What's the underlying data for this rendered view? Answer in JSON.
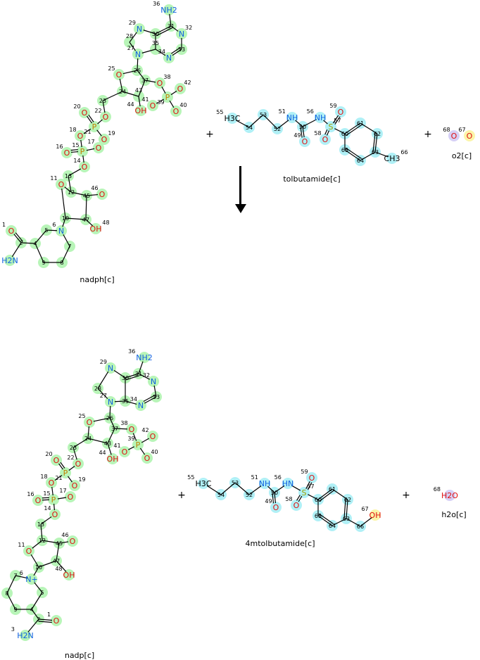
{
  "reaction": {
    "arrow": "down",
    "plus_sign": "+",
    "colors": {
      "green": "#b8f5b8",
      "cyan": "#b0f0f6",
      "purple": "#d6d0f6",
      "yellow": "#fbf5a8",
      "O": "#e01010",
      "N": "#1060e0",
      "P": "#c08000",
      "S": "#a0a000",
      "C": "#000000"
    },
    "molecules": [
      {
        "id": "nadph",
        "label": "nadph[c]",
        "highlight": "green",
        "atoms": [
          [
            "1",
            "O"
          ],
          [
            "2",
            ""
          ],
          [
            "3",
            "H2N"
          ],
          [
            "4",
            ""
          ],
          [
            "5",
            ""
          ],
          [
            "6",
            "N"
          ],
          [
            "7",
            ""
          ],
          [
            "8",
            ""
          ],
          [
            "9",
            ""
          ],
          [
            "10",
            ""
          ],
          [
            "11",
            "O"
          ],
          [
            "12",
            ""
          ],
          [
            "13",
            ""
          ],
          [
            "14",
            "O"
          ],
          [
            "15",
            "P"
          ],
          [
            "16",
            "O"
          ],
          [
            "17",
            "O"
          ],
          [
            "18",
            "O"
          ],
          [
            "19",
            "O"
          ],
          [
            "20",
            "O"
          ],
          [
            "21",
            "P"
          ],
          [
            "22",
            "O"
          ],
          [
            "23",
            ""
          ],
          [
            "24",
            ""
          ],
          [
            "25",
            "O"
          ],
          [
            "26",
            ""
          ],
          [
            "27",
            "N"
          ],
          [
            "28",
            ""
          ],
          [
            "29",
            "N"
          ],
          [
            "30",
            ""
          ],
          [
            "31",
            ""
          ],
          [
            "32",
            "N"
          ],
          [
            "33",
            ""
          ],
          [
            "34",
            "N"
          ],
          [
            "35",
            ""
          ],
          [
            "36",
            "NH2"
          ],
          [
            "37",
            ""
          ],
          [
            "38",
            "O"
          ],
          [
            "39",
            "P"
          ],
          [
            "40",
            "O"
          ],
          [
            "41",
            "O"
          ],
          [
            "42",
            "O"
          ],
          [
            "43",
            ""
          ],
          [
            "44",
            "OH"
          ],
          [
            "45",
            ""
          ],
          [
            "46",
            "O"
          ],
          [
            "47",
            ""
          ],
          [
            "48",
            "OH"
          ]
        ]
      },
      {
        "id": "tolbutamide",
        "label": "tolbutamide[c]",
        "highlight": "cyan",
        "atoms": [
          [
            "49",
            "O"
          ],
          [
            "50",
            ""
          ],
          [
            "51",
            "NH"
          ],
          [
            "52",
            ""
          ],
          [
            "53",
            ""
          ],
          [
            "54",
            ""
          ],
          [
            "55",
            "H3C"
          ],
          [
            "56",
            "NH"
          ],
          [
            "57",
            "S"
          ],
          [
            "58",
            "O"
          ],
          [
            "59",
            "O"
          ],
          [
            "60",
            ""
          ],
          [
            "61",
            ""
          ],
          [
            "62",
            ""
          ],
          [
            "63",
            ""
          ],
          [
            "64",
            ""
          ],
          [
            "65",
            ""
          ],
          [
            "66",
            "CH3"
          ]
        ]
      },
      {
        "id": "o2",
        "label": "o2[c]",
        "highlight": "purple",
        "atoms": [
          [
            "68",
            "O",
            "purple"
          ],
          [
            "67",
            "O",
            "yellow"
          ]
        ]
      },
      {
        "id": "nadp",
        "label": "nadp[c]",
        "highlight": "green",
        "atoms": [
          [
            "1",
            "O"
          ],
          [
            "2",
            ""
          ],
          [
            "3",
            "H2N"
          ],
          [
            "4",
            ""
          ],
          [
            "5",
            ""
          ],
          [
            "6",
            "N+"
          ],
          [
            "7",
            ""
          ],
          [
            "8",
            ""
          ],
          [
            "9",
            ""
          ],
          [
            "10",
            ""
          ],
          [
            "11",
            "O"
          ],
          [
            "12",
            ""
          ],
          [
            "13",
            ""
          ],
          [
            "14",
            "O"
          ],
          [
            "15",
            "P"
          ],
          [
            "16",
            "O"
          ],
          [
            "17",
            "O"
          ],
          [
            "18",
            "O"
          ],
          [
            "19",
            "O"
          ],
          [
            "20",
            "O"
          ],
          [
            "21",
            "P"
          ],
          [
            "22",
            "O"
          ],
          [
            "23",
            ""
          ],
          [
            "24",
            ""
          ],
          [
            "25",
            "O"
          ],
          [
            "26",
            ""
          ],
          [
            "27",
            "N"
          ],
          [
            "28",
            ""
          ],
          [
            "29",
            "N"
          ],
          [
            "30",
            ""
          ],
          [
            "31",
            ""
          ],
          [
            "32",
            "N"
          ],
          [
            "33",
            ""
          ],
          [
            "34",
            "N"
          ],
          [
            "35",
            ""
          ],
          [
            "36",
            "NH2"
          ],
          [
            "37",
            ""
          ],
          [
            "38",
            "O"
          ],
          [
            "39",
            "P"
          ],
          [
            "40",
            "O"
          ],
          [
            "41",
            "O"
          ],
          [
            "42",
            "O"
          ],
          [
            "43",
            ""
          ],
          [
            "44",
            "OH"
          ],
          [
            "45",
            ""
          ],
          [
            "46",
            "O"
          ],
          [
            "47",
            ""
          ],
          [
            "48",
            "OH"
          ]
        ]
      },
      {
        "id": "4mtolbutamide",
        "label": "4mtolbutamide[c]",
        "highlight": "cyan",
        "atoms": [
          [
            "49",
            "O"
          ],
          [
            "50",
            ""
          ],
          [
            "51",
            "NH"
          ],
          [
            "52",
            ""
          ],
          [
            "53",
            ""
          ],
          [
            "54",
            ""
          ],
          [
            "55",
            "H3C"
          ],
          [
            "56",
            "HN"
          ],
          [
            "57",
            "S"
          ],
          [
            "58",
            "O"
          ],
          [
            "59",
            "O"
          ],
          [
            "60",
            ""
          ],
          [
            "61",
            ""
          ],
          [
            "62",
            ""
          ],
          [
            "63",
            ""
          ],
          [
            "64",
            ""
          ],
          [
            "65",
            ""
          ],
          [
            "66",
            ""
          ],
          [
            "67",
            "OH",
            "yellow"
          ]
        ]
      },
      {
        "id": "h2o",
        "label": "h2o[c]",
        "highlight": "purple",
        "atoms": [
          [
            "68",
            "H2O"
          ]
        ]
      }
    ]
  }
}
